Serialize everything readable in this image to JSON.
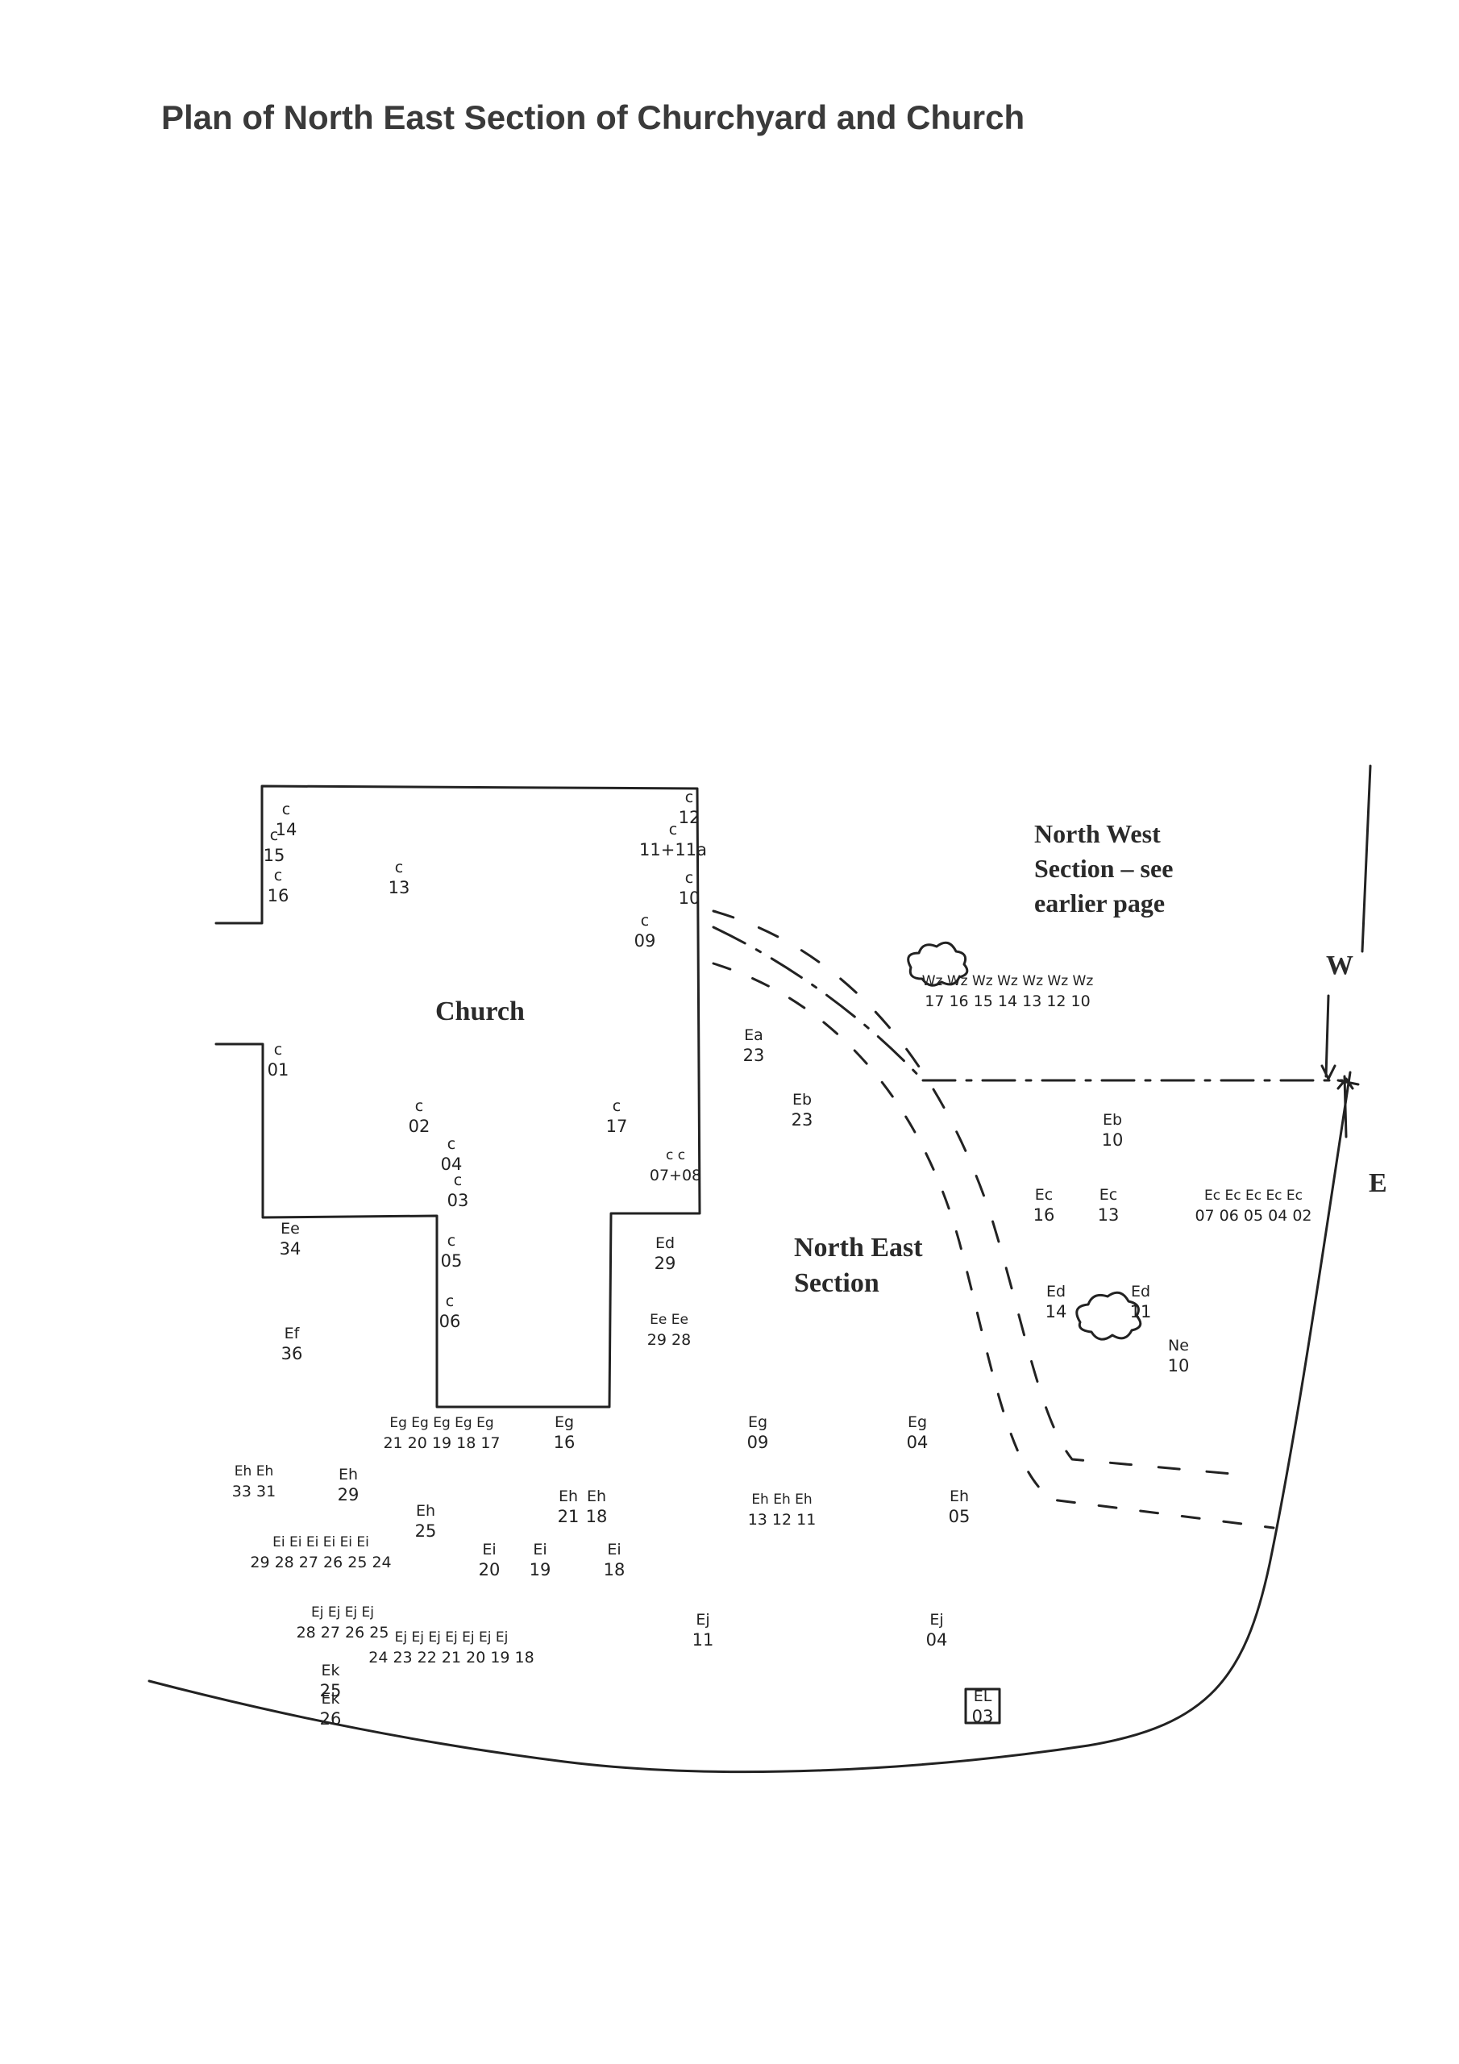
{
  "title": "Plan of North East Section of Churchyard and Church",
  "labels": {
    "church": "Church",
    "north_west": [
      "North West",
      "Section – see",
      "earlier page"
    ],
    "north_east": [
      "North East",
      "Section"
    ],
    "w": "W",
    "e": "E"
  },
  "grave_markers": [
    {
      "row": "c",
      "num": "14"
    },
    {
      "row": "c",
      "num": "15"
    },
    {
      "row": "c",
      "num": "16"
    },
    {
      "row": "c",
      "num": "13"
    },
    {
      "row": "c",
      "num": "12"
    },
    {
      "row": "c",
      "num": "11+11a"
    },
    {
      "row": "c",
      "num": "10"
    },
    {
      "row": "c",
      "num": "09"
    },
    {
      "row": "c",
      "num": "01"
    },
    {
      "row": "c",
      "num": "02"
    },
    {
      "row": "c",
      "num": "04"
    },
    {
      "row": "c",
      "num": "03"
    },
    {
      "row": "c",
      "num": "05"
    },
    {
      "row": "c",
      "num": "06"
    },
    {
      "row": "c",
      "num": "17"
    },
    {
      "row": "c c",
      "num": "07+08"
    },
    {
      "row": "Ea",
      "num": "23"
    },
    {
      "row": "Eb",
      "num": "23"
    },
    {
      "row": "Eb",
      "num": "10"
    },
    {
      "row": "Ec",
      "num": "16"
    },
    {
      "row": "Ec",
      "num": "13"
    },
    {
      "row": "Ec Ec Ec Ec Ec",
      "num": "07 06 05 04 02"
    },
    {
      "row": "Ed",
      "num": "29"
    },
    {
      "row": "Ed",
      "num": "14"
    },
    {
      "row": "Ed",
      "num": "11"
    },
    {
      "row": "Ne",
      "num": "10"
    },
    {
      "row": "Ee",
      "num": "34"
    },
    {
      "row": "Ef",
      "num": "36"
    },
    {
      "row": "Ee Ee",
      "num": "29 28"
    },
    {
      "row": "Wz Wz Wz Wz Wz Wz Wz",
      "num": "17 16 15 14 13 12 10"
    },
    {
      "row": "Eg Eg Eg Eg Eg",
      "num": "21 20 19 18 17"
    },
    {
      "row": "Eg",
      "num": "16"
    },
    {
      "row": "Eg",
      "num": "09"
    },
    {
      "row": "Eg",
      "num": "04"
    },
    {
      "row": "Eh Eh",
      "num": "33 31"
    },
    {
      "row": "Eh",
      "num": "29"
    },
    {
      "row": "Eh",
      "num": "25"
    },
    {
      "row": "Eh",
      "num": "21"
    },
    {
      "row": "Eh",
      "num": "18"
    },
    {
      "row": "Eh Eh Eh",
      "num": "13 12 11"
    },
    {
      "row": "Eh",
      "num": "05"
    },
    {
      "row": "Ei Ei Ei Ei Ei Ei",
      "num": "29 28 27 26 25 24"
    },
    {
      "row": "Ei",
      "num": "20"
    },
    {
      "row": "Ei",
      "num": "19"
    },
    {
      "row": "Ei",
      "num": "18"
    },
    {
      "row": "Ej Ej Ej Ej",
      "num": "28 27 26 25"
    },
    {
      "row": "Ej Ej Ej Ej Ej Ej Ej",
      "num": "24 23 22 21 20 19 18"
    },
    {
      "row": "Ej",
      "num": "11"
    },
    {
      "row": "Ej",
      "num": "04"
    },
    {
      "row": "Ek",
      "num": "25"
    },
    {
      "row": "Ek",
      "num": "26"
    },
    {
      "row": "EL",
      "num": "03"
    }
  ]
}
